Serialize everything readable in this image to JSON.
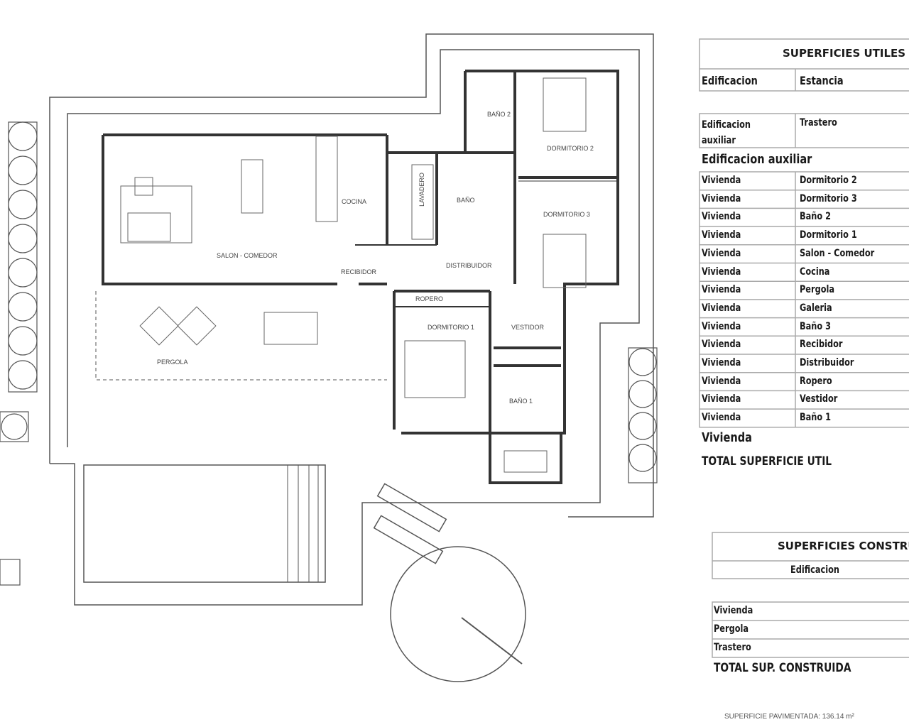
{
  "floor_plan": {
    "rooms": [
      "BAÑO 2",
      "DORMITORIO 2",
      "DORMITORIO 3",
      "COCINA",
      "LAVADERO",
      "BAÑO",
      "SALON - COMEDOR",
      "RECIBIDOR",
      "DISTRIBUIDOR",
      "ROPERO",
      "DORMITORIO 1",
      "VESTIDOR",
      "PERGOLA",
      "BAÑO 1"
    ]
  },
  "superficies_utiles": {
    "title": "SUPERFICIES UTILES",
    "headers": [
      "Edificacion",
      "Estancia"
    ],
    "aux_row": [
      "Edificacion auxiliar",
      "Trastero"
    ],
    "aux_heading": "Edificacion auxiliar",
    "rows": [
      [
        "Vivienda",
        "Dormitorio 2"
      ],
      [
        "Vivienda",
        "Dormitorio 3"
      ],
      [
        "Vivienda",
        "Baño 2"
      ],
      [
        "Vivienda",
        "Dormitorio 1"
      ],
      [
        "Vivienda",
        "Salon  - Comedor"
      ],
      [
        "Vivienda",
        "Cocina"
      ],
      [
        "Vivienda",
        "Pergola"
      ],
      [
        "Vivienda",
        "Galeria"
      ],
      [
        "Vivienda",
        "Baño 3"
      ],
      [
        "Vivienda",
        "Recibidor"
      ],
      [
        "Vivienda",
        "Distribuidor"
      ],
      [
        "Vivienda",
        "Ropero"
      ],
      [
        "Vivienda",
        "Vestidor"
      ],
      [
        "Vivienda",
        "Baño 1"
      ]
    ],
    "subtotal": "Vivienda",
    "total": "TOTAL SUPERFICIE UTIL"
  },
  "superficies_construidas": {
    "title": "SUPERFICIES CONSTRU",
    "header": "Edificacion",
    "rows": [
      "Vivienda",
      "Pergola",
      "Trastero"
    ],
    "total": "TOTAL SUP. CONSTRUIDA"
  },
  "footer": "SUPERFICIE PAVIMENTADA: 136.14 m²"
}
